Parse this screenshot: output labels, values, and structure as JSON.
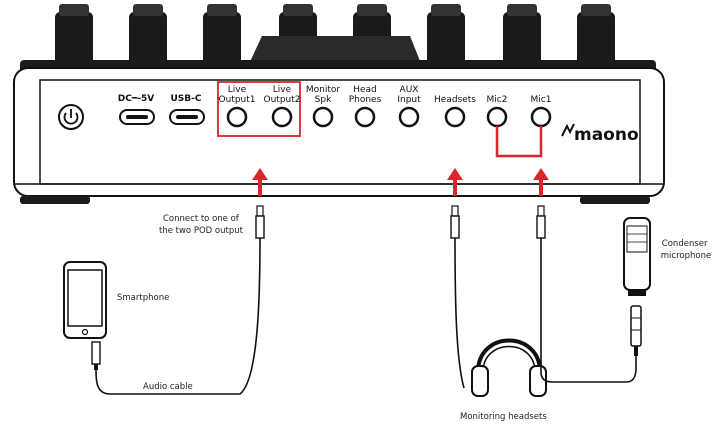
{
  "device": {
    "brand": "maono",
    "ports": {
      "dc": "DC━‑5V",
      "usbc": "USB-C",
      "live1": [
        "Live",
        "Output1"
      ],
      "live2": [
        "Live",
        "Output2"
      ],
      "monitor": [
        "Monitor",
        "Spk"
      ],
      "headphones": [
        "Head",
        "Phones"
      ],
      "aux": [
        "AUX",
        "Input"
      ],
      "headsets": "Headsets",
      "mic2": "Mic2",
      "mic1": "Mic1"
    }
  },
  "labels": {
    "connect_line1": "Connect to one of",
    "connect_line2": "the two POD output",
    "smartphone": "Smartphone",
    "audio_cable": "Audio cable",
    "monitoring_headsets": "Monitoring headsets",
    "condenser_line1": "Condenser",
    "condenser_line2": "microphone"
  },
  "colors": {
    "highlight": "#d9262b",
    "device_body": "#ffffff",
    "outline": "#111111",
    "knob": "#1a1a1a"
  }
}
